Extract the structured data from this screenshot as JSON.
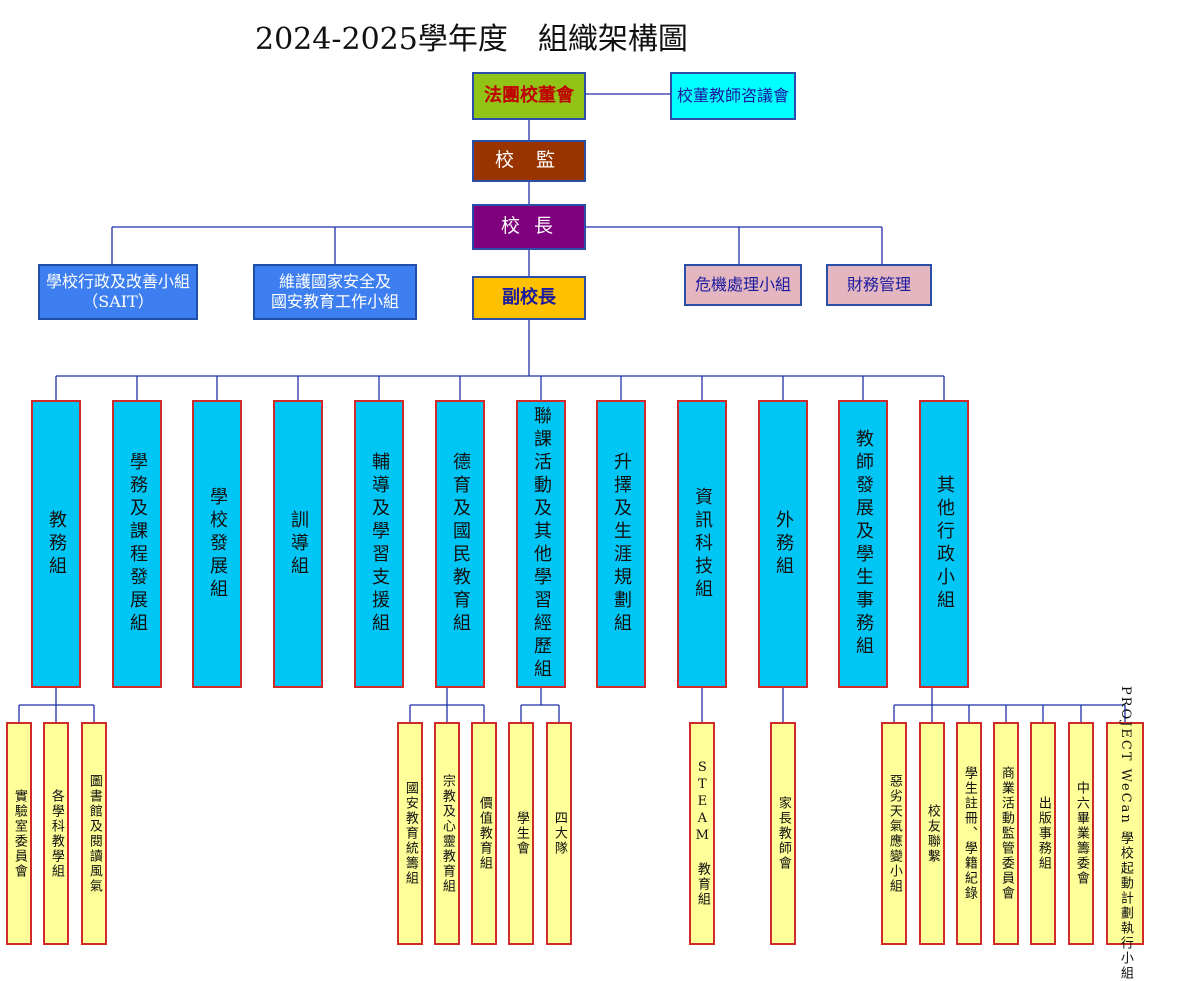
{
  "title": "2024-2025學年度　組織架構圖",
  "board": "法團校董會",
  "advisory": "校董教師咨議會",
  "supervisor": "校 監",
  "principal": "校 長",
  "sait": {
    "line1": "學校行政及改善小組",
    "line2": "（SAIT）"
  },
  "security": {
    "line1": "維護國家安全及",
    "line2": "國安教育工作小組"
  },
  "crisis": "危機處理小組",
  "finance": "財務管理",
  "vice_principal": "副校長",
  "departments": [
    "教務組",
    "學務及課程發展組",
    "學校發展組",
    "訓導組",
    "輔導及學習支援組",
    "德育及國民教育組",
    "聯課活動及其他學習經歷組",
    "升擇及生涯規劃組",
    "資訊科技組",
    "外務組",
    "教師發展及學生事務組",
    "其他行政小組"
  ],
  "subgroups": {
    "academic": [
      "實驗室委員會",
      "各學科教學組",
      "圖書館及閱讀風氣"
    ],
    "moral": [
      "國安教育統籌組",
      "宗教及心靈教育組",
      "價值教育組"
    ],
    "ecа_placeholder_removed": [],
    "eca": [
      "學生會",
      "四大隊"
    ],
    "it": [
      "STEAM 教育組"
    ],
    "external": [
      "家長教師會"
    ],
    "other": [
      "惡劣天氣應變小組",
      "校友聯繫",
      "學生註冊、學籍紀錄",
      "商業活動監管委員會",
      "出版事務組",
      "中六畢業籌委會",
      "PROJECT WeCan 學校起動計劃執行小組"
    ]
  },
  "colors": {
    "board": "#92c418",
    "advisory": "#00ffff",
    "supervisor": "#993300",
    "principal": "#7f007f",
    "side_blue": "#3d7ff0",
    "side_pink": "#e4b6bf",
    "vice_principal": "#ffc000",
    "department": "#00c6f5",
    "subgroup": "#ffff99",
    "connector": "#1f2fa8"
  }
}
